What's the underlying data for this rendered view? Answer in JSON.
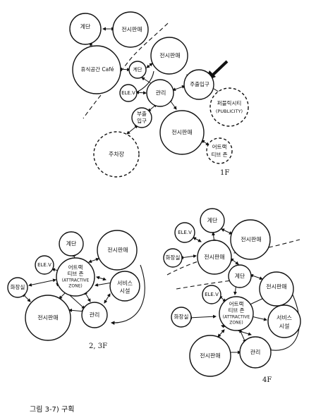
{
  "floors": {
    "f1": {
      "label": "1F",
      "nodes": {
        "stairs": "계단",
        "display_top": "전시판매",
        "cafe": "휴식공간 Café",
        "stairs2": "계단",
        "display_right": "전시판매",
        "elev": "ELE.V",
        "admin": "관리",
        "main_entrance": "주출입구",
        "publicity_1": "퍼블릭시티",
        "publicity_2": "(PUBLICITY)",
        "sub_entrance_1": "부출",
        "sub_entrance_2": "입구",
        "display_mid": "전시판매",
        "parking": "주차장",
        "attractive_1": "어트랙",
        "attractive_2": "티브 존"
      }
    },
    "f23": {
      "label": "2, 3F",
      "nodes": {
        "stairs": "계단",
        "display_top": "전시판매",
        "elev": "ELE.V",
        "zone_1": "어트랙",
        "zone_2": "티브 존",
        "zone_3": "(ATTRACTIVE",
        "zone_4": "ZONE)",
        "service_1": "서비스",
        "service_2": "시설",
        "restroom": "화장실",
        "display_bottom": "전시판매",
        "admin": "관리"
      }
    },
    "f4": {
      "label": "4F",
      "nodes": {
        "elev_top": "ELE.V",
        "stairs_top": "계단",
        "display_top": "전시판매",
        "restroom_top": "화장실",
        "display_mid": "전시판매",
        "stairs": "계단",
        "display_right": "전시판매",
        "elev": "ELE.V",
        "zone_1": "어트랙",
        "zone_2": "티브 존",
        "zone_3": "(ATTRACTIVE",
        "zone_4": "ZONE)",
        "restroom": "화장실",
        "service_1": "서비스",
        "service_2": "시설",
        "display_bottom": "전시판매",
        "admin": "관리"
      }
    }
  },
  "caption": "그림 3-7) 구획"
}
